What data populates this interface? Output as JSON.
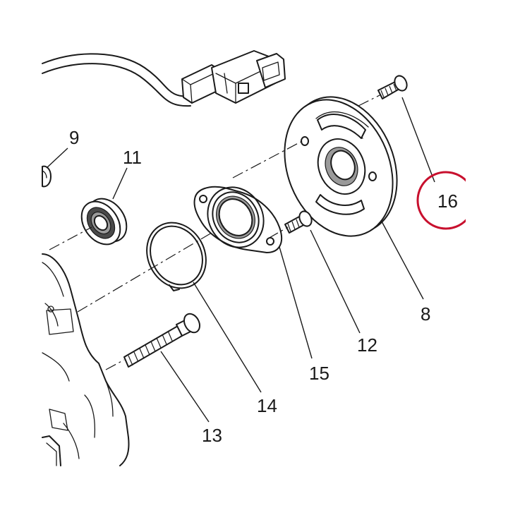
{
  "callouts": {
    "c9": "9",
    "c11": "11",
    "c16": "16",
    "c8": "8",
    "c12": "12",
    "c15": "15",
    "c14": "14",
    "c13": "13"
  },
  "highlight": {
    "item": "16",
    "color": "#c8102e"
  },
  "colors": {
    "ink": "#1a1a1a",
    "shade": "#9a9a9a"
  }
}
